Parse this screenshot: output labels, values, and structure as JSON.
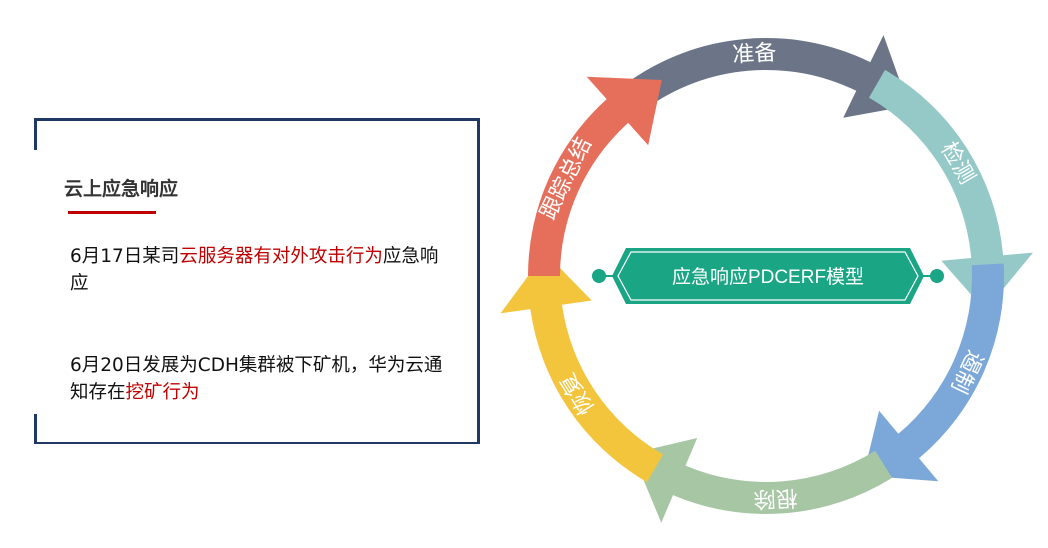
{
  "panel": {
    "title": "云上应急响应",
    "items": [
      {
        "prefix": "6月17日某司",
        "highlight": "云服务器有对外攻击行为",
        "suffix": "应急响应"
      },
      {
        "prefix": "6月20日发展为CDH集群被下矿机，华为云通知存在",
        "highlight": "挖矿行为",
        "suffix": ""
      }
    ]
  },
  "diagram": {
    "center_label": "应急响应PDCERF模型",
    "stages": [
      {
        "label": "准备",
        "color": "#6b7587"
      },
      {
        "label": "检测",
        "color": "#94c9c7"
      },
      {
        "label": "遏制",
        "color": "#7ba7d9"
      },
      {
        "label": "根除",
        "color": "#a6c6a4"
      },
      {
        "label": "恢复",
        "color": "#f2c53d"
      },
      {
        "label": "跟踪总结",
        "color": "#e66f5b"
      }
    ],
    "center_color": "#1aa585"
  }
}
